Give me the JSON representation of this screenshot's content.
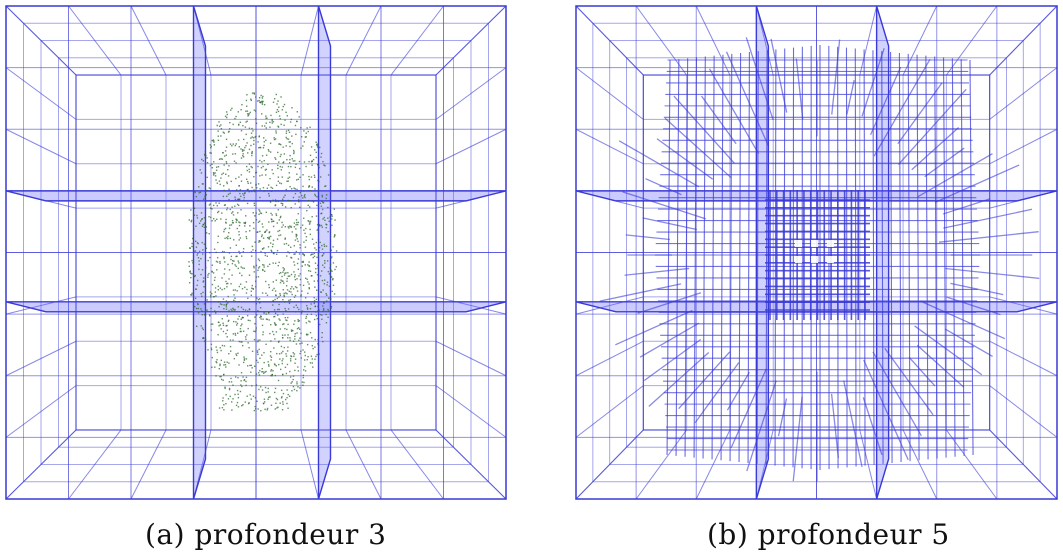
{
  "figure": {
    "panels": [
      {
        "id": "a",
        "caption": "(a) profondeur 3",
        "depth": 3
      },
      {
        "id": "b",
        "caption": "(b) profondeur 5",
        "depth": 5
      }
    ],
    "colors": {
      "grid": "#3a3ad6",
      "grid_fill": "#6b6bff",
      "points": "#2f6b2f",
      "background": "#ffffff"
    }
  }
}
